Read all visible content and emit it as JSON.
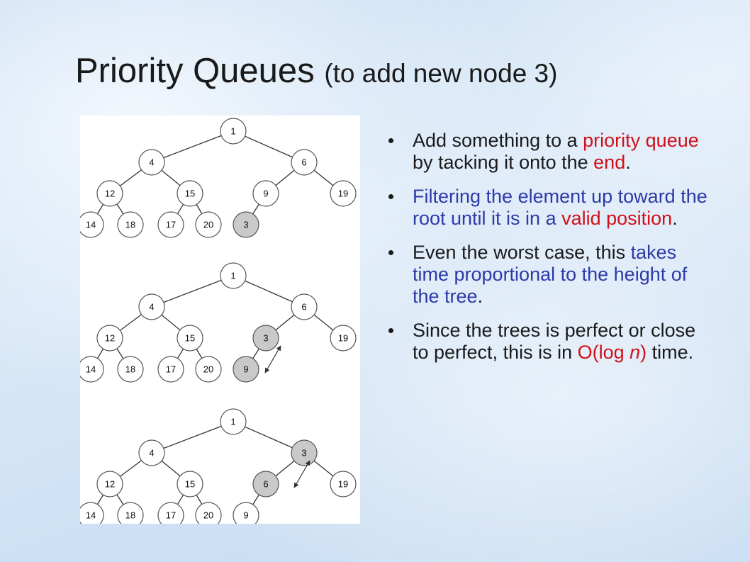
{
  "slide": {
    "title_main": "Priority Queues",
    "title_sub": "(to add new node 3)"
  },
  "colors": {
    "highlight_red": "#d0101a",
    "highlight_blue": "#2c3aa8",
    "node_highlight_fill": "#c9c9c9",
    "node_fill": "#ffffff"
  },
  "bullets": [
    {
      "segments": [
        {
          "text": "Add something to a ",
          "style": ""
        },
        {
          "text": "priority queue",
          "style": "red"
        },
        {
          "text": " by tacking it onto the ",
          "style": ""
        },
        {
          "text": "end",
          "style": "red"
        },
        {
          "text": ".",
          "style": ""
        }
      ]
    },
    {
      "segments": [
        {
          "text": "Filtering the element up toward the root until it is in a ",
          "style": "blue"
        },
        {
          "text": "valid position",
          "style": "red"
        },
        {
          "text": ".",
          "style": ""
        }
      ]
    },
    {
      "segments": [
        {
          "text": "Even the worst case, this ",
          "style": ""
        },
        {
          "text": "takes time proportional to the height of the tree",
          "style": "blue"
        },
        {
          "text": ".",
          "style": ""
        }
      ]
    },
    {
      "segments": [
        {
          "text": "Since the trees is perfect or close to perfect, this is in ",
          "style": ""
        },
        {
          "text": "O(log ",
          "style": "red"
        },
        {
          "text": "n",
          "style": "red ital"
        },
        {
          "text": ")",
          "style": "red"
        },
        {
          "text": " time.",
          "style": ""
        }
      ]
    }
  ],
  "trees": [
    {
      "nodes": [
        "1",
        "4",
        "6",
        "12",
        "15",
        "9",
        "19",
        "14",
        "18",
        "17",
        "20",
        "3"
      ],
      "highlighted": [
        11
      ],
      "arrow_between": null
    },
    {
      "nodes": [
        "1",
        "4",
        "6",
        "12",
        "15",
        "3",
        "19",
        "14",
        "18",
        "17",
        "20",
        "9"
      ],
      "highlighted": [
        5,
        11
      ],
      "arrow_between": [
        5,
        11
      ]
    },
    {
      "nodes": [
        "1",
        "4",
        "3",
        "12",
        "15",
        "6",
        "19",
        "14",
        "18",
        "17",
        "20",
        "9"
      ],
      "highlighted": [
        2,
        5
      ],
      "arrow_between": [
        2,
        5
      ]
    }
  ]
}
